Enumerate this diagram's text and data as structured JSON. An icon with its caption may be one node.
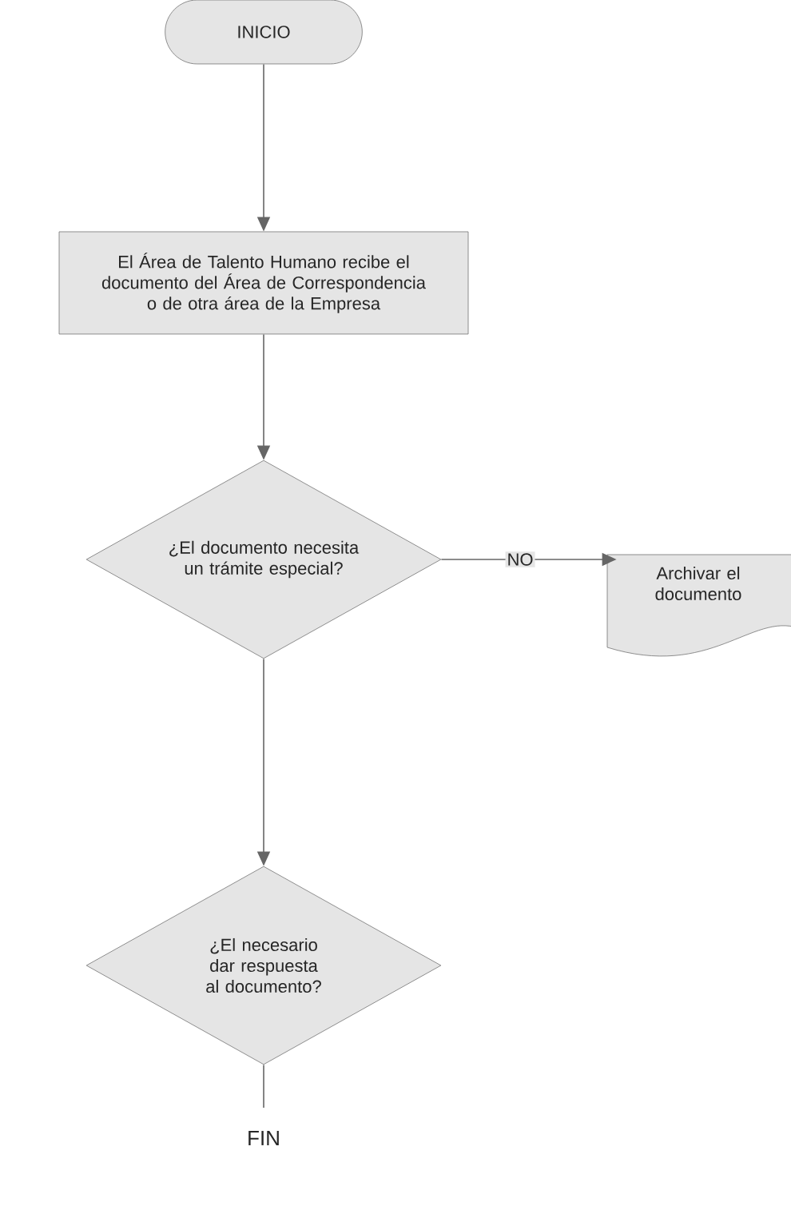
{
  "diagram": {
    "nodes": [
      {
        "text": [
          "INICIO"
        ]
      },
      {
        "text": [
          "El Área de Talento Humano recibe el documento del Área de Correspondencia o de otra área de la Empresa"
        ]
      },
      {
        "text": [
          "¿El documento necesita un trámite especial?"
        ]
      },
      {
        "text": [
          "Archivar el documento"
        ]
      },
      {
        "text": [
          "¿El necesario dar respuesta al documento?"
        ]
      }
    ],
    "edges": [
      {
        "from": 0,
        "to": 1,
        "arrow": "to"
      },
      {
        "from": 1,
        "to": 2,
        "arrow": "to"
      },
      {
        "from": 2,
        "to": 3,
        "arrow": "to",
        "label": "NO"
      },
      {
        "from": 2,
        "to": 4,
        "arrow": "to"
      },
      {
        "from": 4,
        "to": null,
        "arrow": "none"
      }
    ],
    "labels": [
      "FIN"
    ]
  }
}
